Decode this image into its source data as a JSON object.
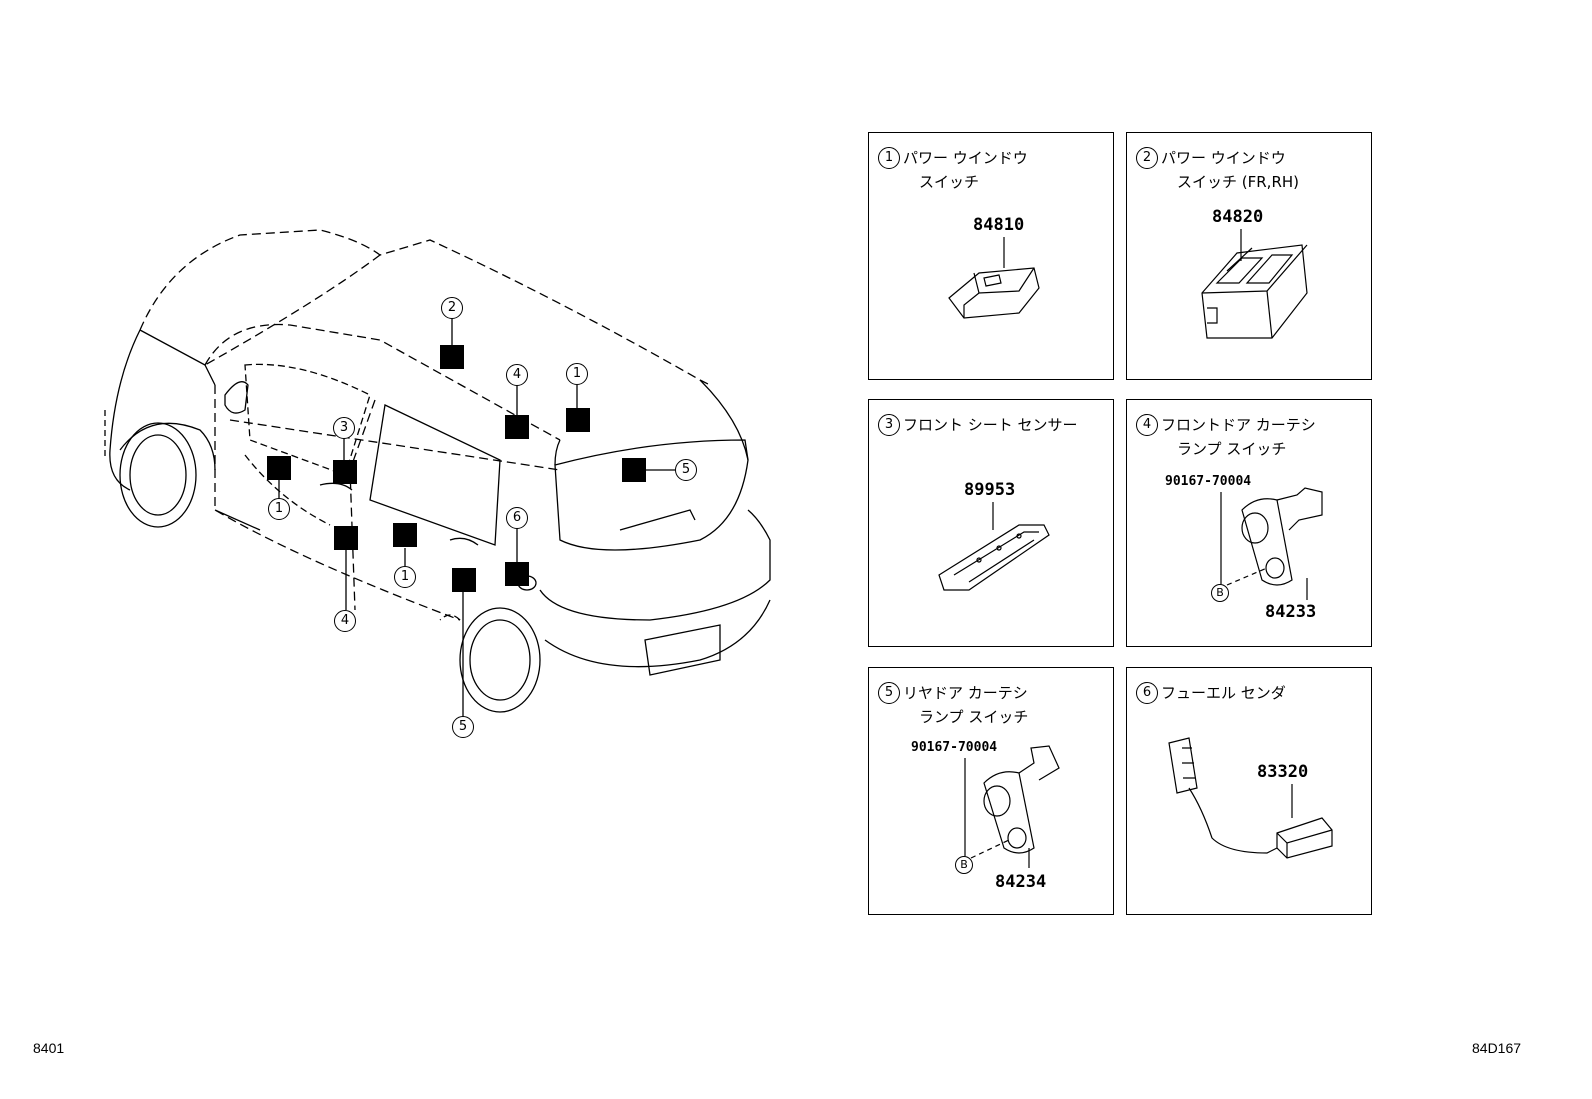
{
  "callouts": [
    "2",
    "4",
    "1",
    "3",
    "1",
    "1",
    "4",
    "6",
    "5",
    "5"
  ],
  "panels": [
    {
      "num": "1",
      "title1": "パワー ウインドウ",
      "title2": "スイッチ",
      "parts": [
        "84810"
      ]
    },
    {
      "num": "2",
      "title1": "パワー ウインドウ",
      "title2": "スイッチ (FR,RH)",
      "parts": [
        "84820"
      ]
    },
    {
      "num": "3",
      "title1": "フロント シート センサー",
      "title2": "",
      "parts": [
        "89953"
      ]
    },
    {
      "num": "4",
      "title1": "フロントドア カーテシ",
      "title2": "ランプ スイッチ",
      "parts": [
        "90167-70004",
        "84233"
      ],
      "marker": "B"
    },
    {
      "num": "5",
      "title1": "リヤドア カーテシ",
      "title2": "ランプ スイッチ",
      "parts": [
        "90167-70004",
        "84234"
      ],
      "marker": "B"
    },
    {
      "num": "6",
      "title1": "フューエル センダ",
      "title2": "",
      "parts": [
        "83320"
      ]
    }
  ],
  "footer": {
    "left": "8401",
    "right": "84D167"
  }
}
